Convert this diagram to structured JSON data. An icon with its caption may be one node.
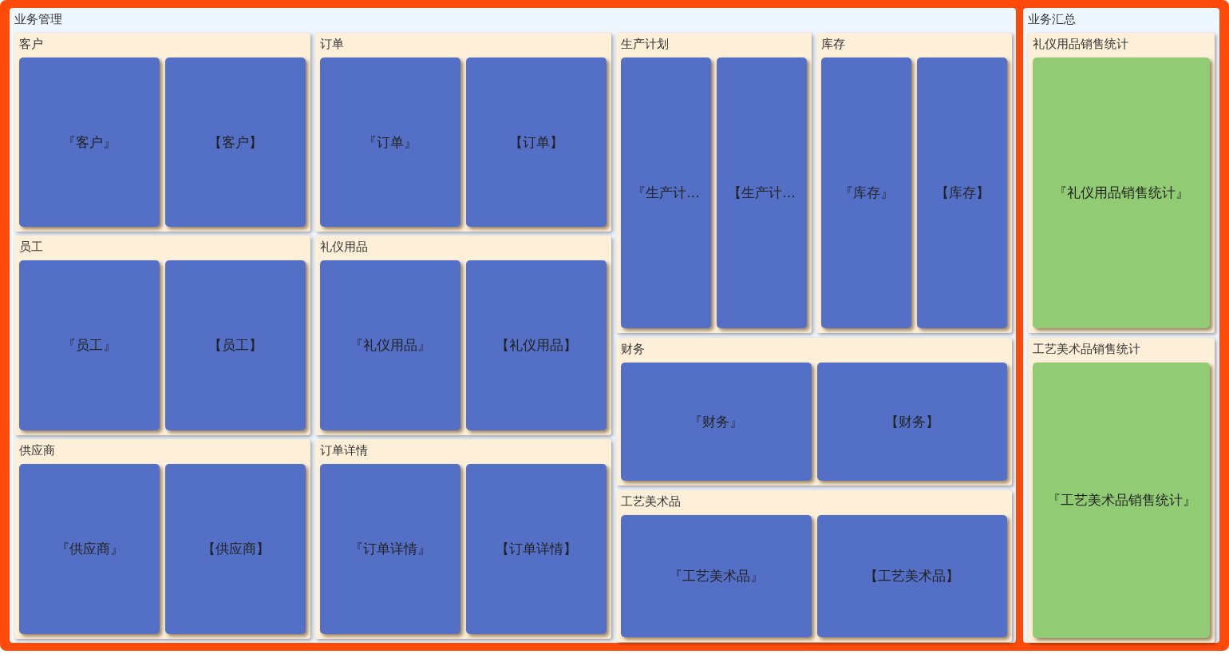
{
  "diagram": {
    "nodes": [
      {
        "text": [
          "业务管理"
        ]
      },
      {
        "text": [
          "客户"
        ],
        "in": 0
      },
      {
        "text": [
          "『客户』"
        ],
        "in": 1
      },
      {
        "text": [
          "【客户】"
        ],
        "in": 1
      },
      {
        "text": [
          "订单"
        ],
        "in": 0
      },
      {
        "text": [
          "『订单』"
        ],
        "in": 4
      },
      {
        "text": [
          "【订单】"
        ],
        "in": 4
      },
      {
        "text": [
          "生产计划"
        ],
        "in": 0
      },
      {
        "text": [
          "『生产计..."
        ],
        "in": 7
      },
      {
        "text": [
          "【生产计..."
        ],
        "in": 7
      },
      {
        "text": [
          "库存"
        ],
        "in": 0
      },
      {
        "text": [
          "『库存』"
        ],
        "in": 10
      },
      {
        "text": [
          "【库存】"
        ],
        "in": 10
      },
      {
        "text": [
          "员工"
        ],
        "in": 0
      },
      {
        "text": [
          "『员工』"
        ],
        "in": 13
      },
      {
        "text": [
          "【员工】"
        ],
        "in": 13
      },
      {
        "text": [
          "礼仪用品"
        ],
        "in": 0
      },
      {
        "text": [
          "『礼仪用品』"
        ],
        "in": 16
      },
      {
        "text": [
          "【礼仪用品】"
        ],
        "in": 16
      },
      {
        "text": [
          "财务"
        ],
        "in": 0
      },
      {
        "text": [
          "『财务』"
        ],
        "in": 19
      },
      {
        "text": [
          "【财务】"
        ],
        "in": 19
      },
      {
        "text": [
          "供应商"
        ],
        "in": 0
      },
      {
        "text": [
          "『供应商』"
        ],
        "in": 22
      },
      {
        "text": [
          "【供应商】"
        ],
        "in": 22
      },
      {
        "text": [
          "订单详情"
        ],
        "in": 0
      },
      {
        "text": [
          "『订单详情』"
        ],
        "in": 25
      },
      {
        "text": [
          "【订单详情】"
        ],
        "in": 25
      },
      {
        "text": [
          "工艺美术品"
        ],
        "in": 0
      },
      {
        "text": [
          "『工艺美术品』"
        ],
        "in": 28
      },
      {
        "text": [
          "【工艺美术品】"
        ],
        "in": 28
      },
      {
        "text": [
          "业务汇总"
        ]
      },
      {
        "text": [
          "礼仪用品销售统计"
        ],
        "in": 31
      },
      {
        "text": [
          "『礼仪用品销售统计』"
        ],
        "in": 32
      },
      {
        "text": [
          "工艺美术品销售统计"
        ],
        "in": 31
      },
      {
        "text": [
          "『工艺美术品销售统计』"
        ],
        "in": 34
      }
    ],
    "edges": []
  }
}
